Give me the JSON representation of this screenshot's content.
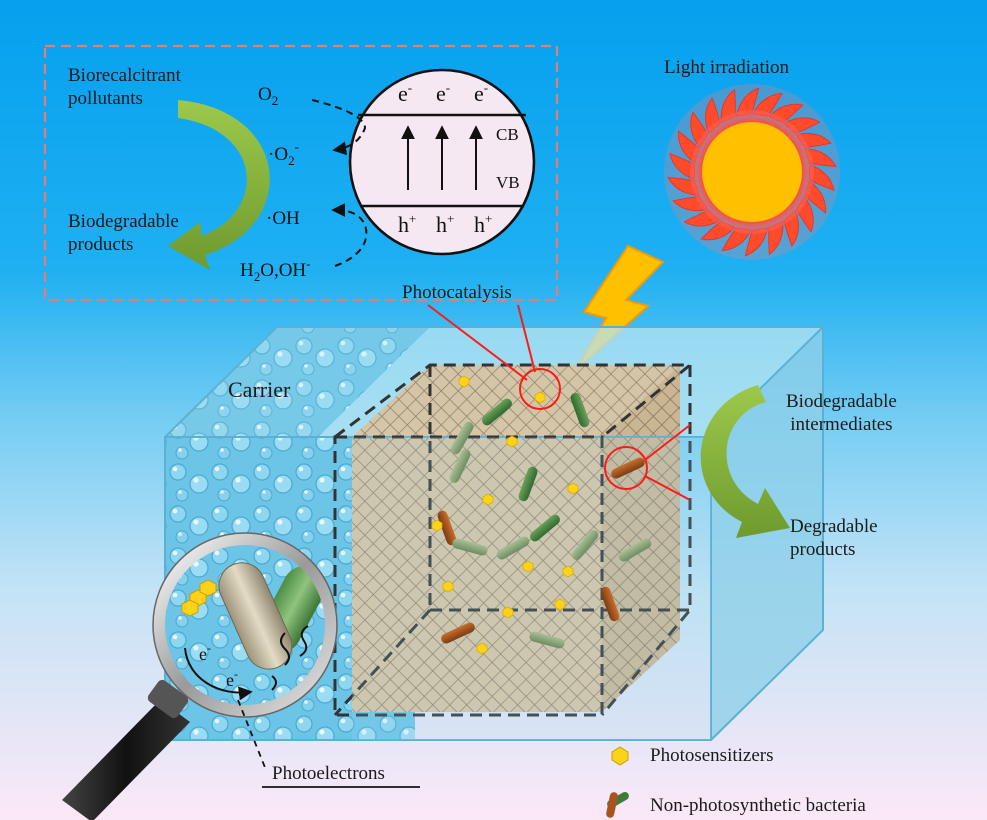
{
  "colors": {
    "sky_top": "#07a3ef",
    "sky_bottom": "#fbe9f7",
    "dashed_box": "#e07f7a",
    "sun_core": "#ffc000",
    "sun_halo": "#ff3b30",
    "arrow_green": "#8dbd3e",
    "callout_red": "#ff1a1a",
    "yellow_dot": "#ffd21a",
    "bacteria_green": "#3e7a3a",
    "bacteria_brown": "#a8541e"
  },
  "photocatalysis_box": {
    "pollutants_label": [
      "Biorecalcitrant",
      "pollutants"
    ],
    "products_label": [
      "Biodegradable",
      "products"
    ],
    "o2_label": "O",
    "o2_sub": "2",
    "superoxide_label": "·O",
    "superoxide_sub": "2",
    "superoxide_sup": "-",
    "hydroxyl_label": "·OH",
    "water_label_parts": [
      "H",
      "2",
      "O,OH"
    ],
    "water_label_sup": "-",
    "electron": "e",
    "electron_sup": "-",
    "hole": "h",
    "hole_sup": "+",
    "cb_label": "CB",
    "vb_label": "VB",
    "caption": "Photocatalysis"
  },
  "light": {
    "label": "Light irradiation",
    "icon": "sun-icon",
    "bolt_icon": "lightning-bolt-icon"
  },
  "carrier": {
    "label": "Carrier",
    "magnifier_icon": "magnifying-glass-icon",
    "zoom_electron": "e",
    "zoom_electron_sup": "-",
    "photoelectrons_label": "Photoelectrons"
  },
  "degradation": {
    "intermediates_label": [
      "Biodegradable",
      "intermediates"
    ],
    "products_label": [
      "Degradable",
      "products"
    ]
  },
  "legend": {
    "items": [
      {
        "label": "Photosensitizers",
        "icon": "photosensitizer-icon"
      },
      {
        "label": "Non-photosynthetic bacteria",
        "icon": "bacteria-icon"
      }
    ]
  }
}
